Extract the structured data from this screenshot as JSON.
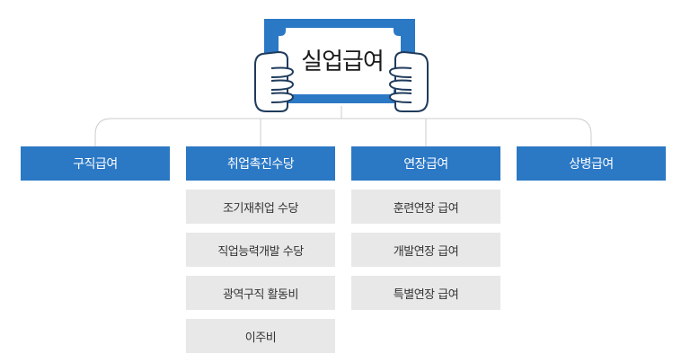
{
  "title": "실업급여",
  "categories": [
    {
      "label": "구직급여",
      "items": []
    },
    {
      "label": "취업촉진수당",
      "items": [
        "조기재취업 수당",
        "직업능력개발 수당",
        "광역구직 활동비",
        "이주비"
      ]
    },
    {
      "label": "연장급여",
      "items": [
        "훈련연장 급여",
        "개발연장 급여",
        "특별연장 급여"
      ]
    },
    {
      "label": "상병급여",
      "items": []
    }
  ],
  "colors": {
    "primary": "#2b78c5",
    "sub_bg": "#e8e8e8",
    "line": "#cccccc"
  }
}
